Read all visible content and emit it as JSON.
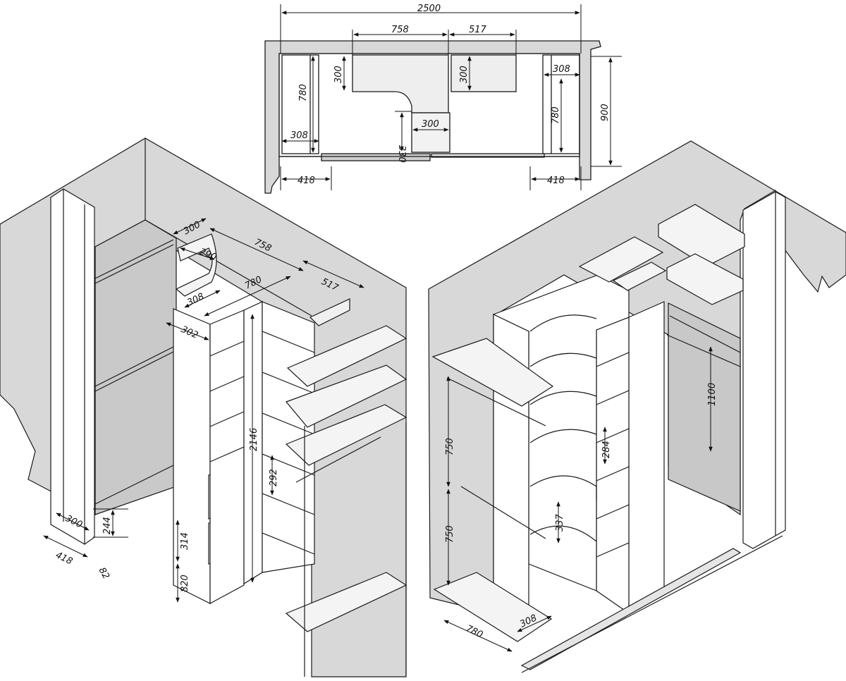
{
  "colors": {
    "background": "#ffffff",
    "wall_fill": "#d8d8d8",
    "panel_fill": "#ffffff",
    "shelf_fill": "#f4f4f4",
    "line": "#1a1a1a",
    "dimension_line": "#111111"
  },
  "plan": {
    "dims": {
      "total_width": "2500",
      "inner_left": "758",
      "inner_right": "517",
      "depth_top_left": "300",
      "depth_top_right": "300",
      "corner_308": "308",
      "height_780_left": "780",
      "height_780_right": "780",
      "depth_900": "900",
      "shelf_308": "308",
      "shelf_330": "330",
      "shelf_300": "300",
      "bottom_418_left": "418",
      "bottom_418_right": "418"
    }
  },
  "left_view": {
    "dims": {
      "d300": "300",
      "d758": "758",
      "d290": "290",
      "d517": "517",
      "d780": "780",
      "d308": "308",
      "d302": "302",
      "d2146": "2146",
      "d292": "292",
      "d244": "244",
      "d300_bottom": "300",
      "d418": "418",
      "d82": "82",
      "d314": "314",
      "d820": "820"
    }
  },
  "right_view": {
    "dims": {
      "d1100": "1100",
      "d750_top": "750",
      "d750_bottom": "750",
      "d284": "284",
      "d337": "337",
      "d780": "780",
      "d308": "308"
    }
  }
}
